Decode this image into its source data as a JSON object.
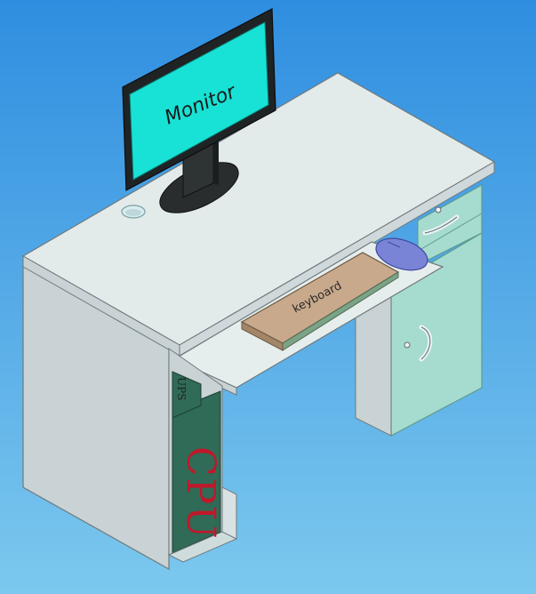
{
  "scene": {
    "labels": {
      "monitor": "Monitor",
      "keyboard": "keyboard",
      "cpu": "CPU",
      "ups": "UPS"
    },
    "colors": {
      "background_top": "#2f8ee0",
      "background_bottom": "#7cc8ee",
      "desk_top": "#e3eaea",
      "desk_side": "#c9d2d4",
      "cabinet": "#a6dccf",
      "cabinet_edge": "#7fc4b4",
      "screen": "#17e2d5",
      "cpu_panel": "#2f6b56",
      "keyboard": "#c9a98b",
      "mouse": "#7a84d6"
    }
  }
}
